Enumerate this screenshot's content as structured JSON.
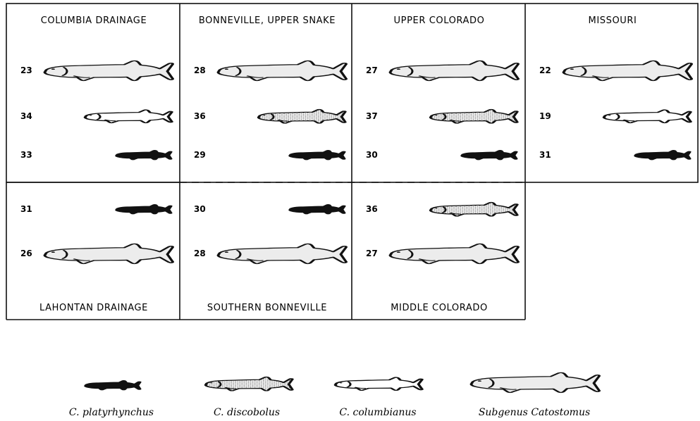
{
  "colors": {
    "ink": "#111111",
    "catostomus_fill": "#ececec",
    "columbianus_fill": "#ffffff",
    "discobolus_fill": "#f3f3f3",
    "platyrhynchus_fill": "#111111"
  },
  "panels": [
    {
      "id": "columbia",
      "title": "COLUMBIA  DRAINAGE",
      "rows": [
        {
          "count": "23",
          "species": "catostomus"
        },
        {
          "count": "34",
          "species": "columbianus"
        },
        {
          "count": "33",
          "species": "platyrhynchus"
        }
      ]
    },
    {
      "id": "bonneville-upper-snake",
      "title": "BONNEVILLE, UPPER SNAKE",
      "rows": [
        {
          "count": "28",
          "species": "catostomus"
        },
        {
          "count": "36",
          "species": "discobolus"
        },
        {
          "count": "29",
          "species": "platyrhynchus"
        }
      ]
    },
    {
      "id": "upper-colorado",
      "title": "UPPER  COLORADO",
      "rows": [
        {
          "count": "27",
          "species": "catostomus"
        },
        {
          "count": "37",
          "species": "discobolus"
        },
        {
          "count": "30",
          "species": "platyrhynchus"
        }
      ]
    },
    {
      "id": "missouri",
      "title": "MISSOURI",
      "rows": [
        {
          "count": "22",
          "species": "catostomus"
        },
        {
          "count": "19",
          "species": "columbianus"
        },
        {
          "count": "31",
          "species": "platyrhynchus"
        }
      ]
    },
    {
      "id": "lahontan",
      "title": "LAHONTAN  DRAINAGE",
      "rows": [
        {
          "count": "31",
          "species": "platyrhynchus"
        },
        {
          "count": "26",
          "species": "catostomus"
        }
      ]
    },
    {
      "id": "southern-bonneville",
      "title": "SOUTHERN  BONNEVILLE",
      "rows": [
        {
          "count": "30",
          "species": "platyrhynchus"
        },
        {
          "count": "28",
          "species": "catostomus"
        }
      ]
    },
    {
      "id": "middle-colorado",
      "title": "MIDDLE  COLORADO",
      "rows": [
        {
          "count": "36",
          "species": "discobolus"
        },
        {
          "count": "27",
          "species": "catostomus"
        }
      ]
    }
  ],
  "legend": [
    {
      "species": "platyrhynchus",
      "label": "C. platyrhynchus"
    },
    {
      "species": "discobolus",
      "label": "C. discobolus"
    },
    {
      "species": "columbianus",
      "label": "C. columbianus"
    },
    {
      "species": "catostomus",
      "label": "Subgenus Catostomus"
    }
  ]
}
